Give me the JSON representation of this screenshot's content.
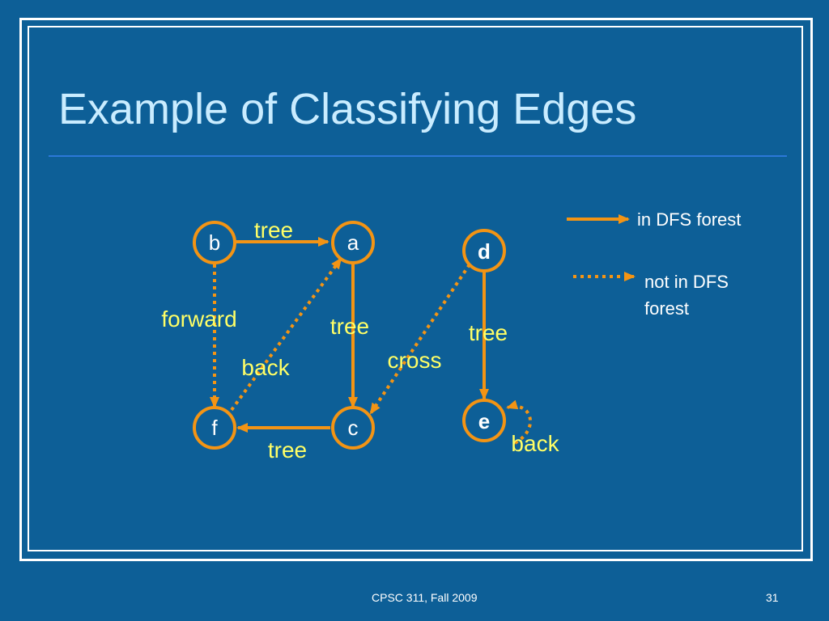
{
  "slide": {
    "title": "Example of Classifying Edges",
    "footer_center": "CPSC 311, Fall 2009",
    "page_number": "31"
  },
  "colors": {
    "background": "#0d5f97",
    "node_stroke": "#f39414",
    "edge": "#f39414",
    "edge_label": "#ffff66",
    "title": "#c9ecff",
    "text": "#ffffff"
  },
  "graph": {
    "nodes": {
      "a": "a",
      "b": "b",
      "c": "c",
      "d": "d",
      "e": "e",
      "f": "f"
    },
    "edges": [
      {
        "from": "b",
        "to": "a",
        "style": "solid",
        "label": "tree"
      },
      {
        "from": "a",
        "to": "c",
        "style": "solid",
        "label": "tree"
      },
      {
        "from": "c",
        "to": "f",
        "style": "solid",
        "label": "tree"
      },
      {
        "from": "b",
        "to": "f",
        "style": "dotted",
        "label": "forward"
      },
      {
        "from": "f",
        "to": "a",
        "style": "dotted",
        "label": "back"
      },
      {
        "from": "d",
        "to": "c",
        "style": "dotted",
        "label": "cross"
      },
      {
        "from": "d",
        "to": "e",
        "style": "solid",
        "label": "tree"
      },
      {
        "from": "e",
        "to": "e",
        "style": "dotted",
        "label": "back"
      }
    ]
  },
  "legend": {
    "solid_label": "in DFS forest",
    "dotted_label_line1": "not in DFS",
    "dotted_label_line2": "forest"
  }
}
